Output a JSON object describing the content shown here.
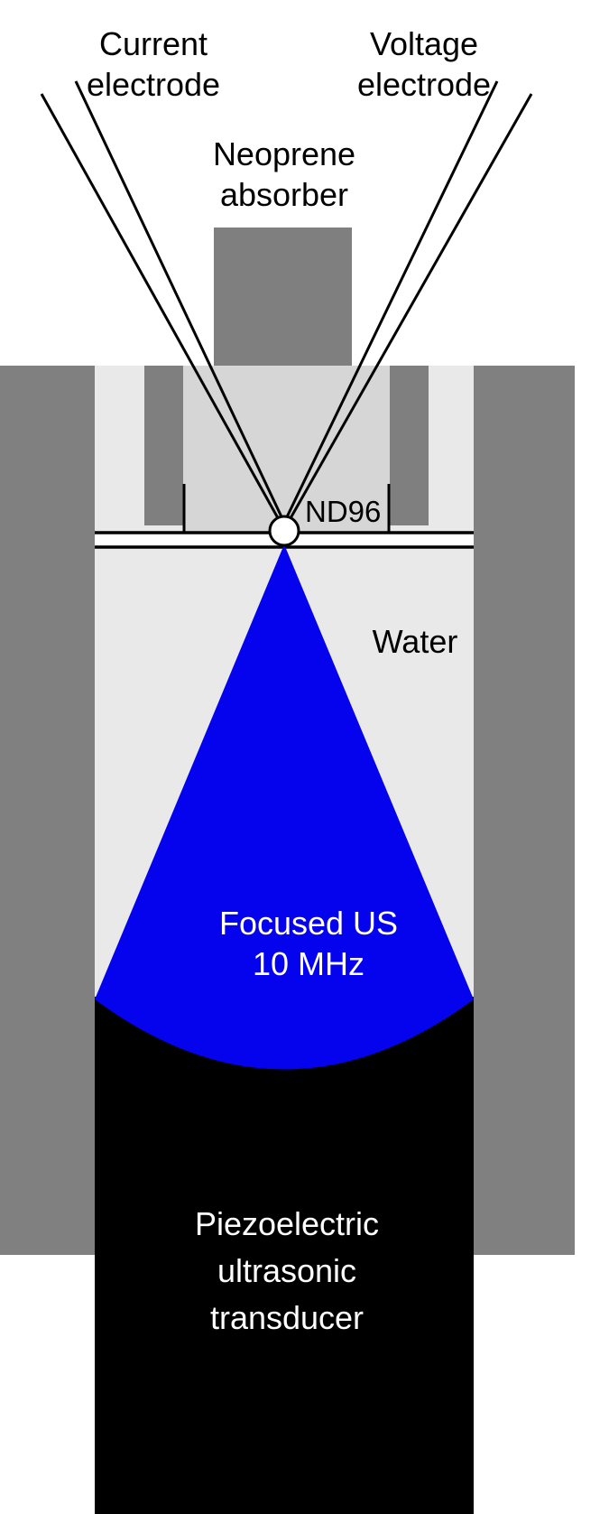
{
  "colors": {
    "wall_gray": "#808080",
    "absorber_gray": "#7f7f7f",
    "pillar_gray": "#7f7f7f",
    "water_gray": "#e9e9e9",
    "chamber_gray": "#d6d6d6",
    "plate_white": "#ffffff",
    "beam_blue": "#0502ee",
    "transducer_black": "#000000",
    "outline_black": "#000000",
    "oocyte_white": "#ffffff"
  },
  "labels": {
    "current_electrode": "Current\nelectrode",
    "voltage_electrode": "Voltage\nelectrode",
    "neoprene_absorber": "Neoprene\nabsorber",
    "nd96": "ND96",
    "water": "Water",
    "focused_us": "Focused US\n10 MHz",
    "transducer": "Piezoelectric\nultrasonic\ntransducer"
  }
}
